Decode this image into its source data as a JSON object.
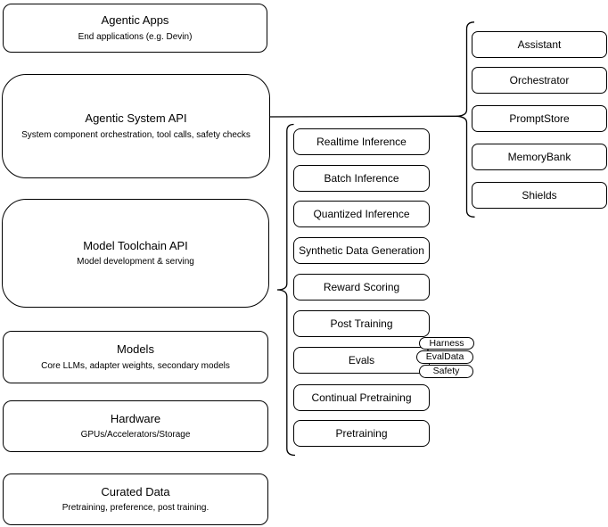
{
  "diagram": {
    "left_stack": [
      {
        "title": "Agentic Apps",
        "subtitle": "End applications (e.g. Devin)"
      },
      {
        "title": "Agentic System API",
        "subtitle": "System component orchestration, tool calls, safety checks"
      },
      {
        "title": "Model Toolchain API",
        "subtitle": "Model development & serving"
      },
      {
        "title": "Models",
        "subtitle": "Core LLMs, adapter weights, secondary models"
      },
      {
        "title": "Hardware",
        "subtitle": "GPUs/Accelerators/Storage"
      },
      {
        "title": "Curated Data",
        "subtitle": "Pretraining, preference, post training."
      }
    ],
    "toolchain_components": [
      "Realtime Inference",
      "Batch Inference",
      "Quantized Inference",
      "Synthetic Data Generation",
      "Reward Scoring",
      "Post Training",
      "Evals",
      "Continual Pretraining",
      "Pretraining"
    ],
    "eval_tags": [
      "Harness",
      "EvalData",
      "Safety"
    ],
    "system_components": [
      "Assistant",
      "Orchestrator",
      "PromptStore",
      "MemoryBank",
      "Shields"
    ],
    "colors": {
      "stroke": "#000000",
      "fill": "#ffffff",
      "text": "#000000"
    }
  }
}
